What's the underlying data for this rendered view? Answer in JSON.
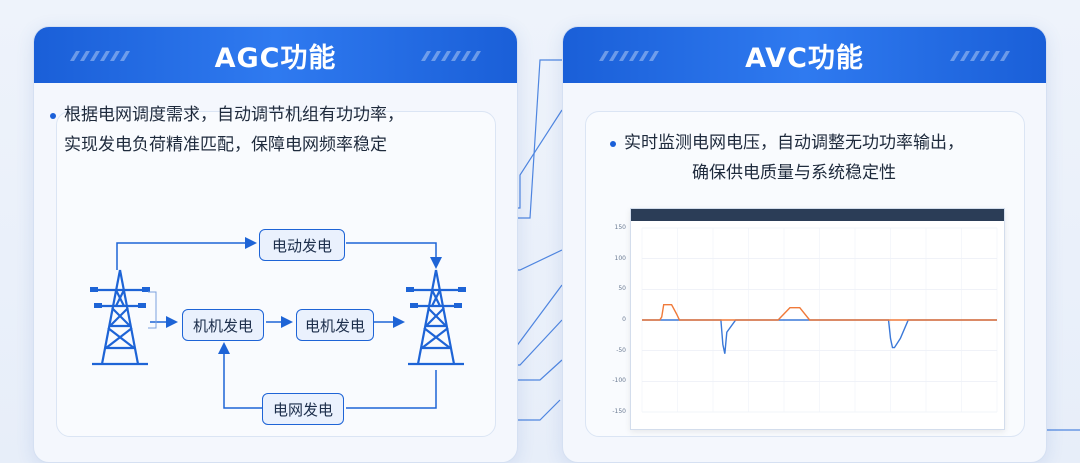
{
  "agc": {
    "title": "AGC功能",
    "description_line1": "根据电网调度需求，自动调节机组有功功率，",
    "description_line2": "实现发电负荷精准匹配，保障电网频率稳定",
    "nodes": {
      "motor_gen": "电动发电",
      "machine_gen": "机机发电",
      "electric_gen": "电机发电",
      "grid_gen": "电网发电"
    }
  },
  "avc": {
    "title": "AVC功能",
    "description_line1": "实时监测电网电压，自动调整无功功率输出，",
    "description_line2": "确保供电质量与系统稳定性"
  },
  "colors": {
    "accent": "#1a5fd8",
    "series_blue": "#3a78d8",
    "series_orange": "#f07a3a"
  },
  "chart_data": {
    "type": "line",
    "title": "",
    "ylabel": "",
    "ylim": [
      -150,
      150
    ],
    "y_ticks": [
      "150",
      "100",
      "50",
      "0",
      "-50",
      "-100",
      "-150"
    ],
    "x": [
      0,
      10,
      18,
      20,
      22,
      30,
      35,
      38,
      40,
      45,
      55,
      62,
      70,
      75,
      80,
      82,
      84,
      86,
      95,
      100,
      110,
      112,
      114,
      116,
      125,
      138,
      150,
      160,
      170,
      178,
      180,
      182,
      190,
      200,
      205,
      215,
      230,
      245,
      250,
      252,
      254,
      256,
      262,
      270,
      280,
      290,
      300,
      310,
      320,
      330,
      340,
      350,
      360
    ],
    "series": [
      {
        "values": [
          0,
          0,
          0,
          0,
          0,
          0,
          0,
          0,
          0,
          0,
          0,
          0,
          0,
          0,
          0,
          -40,
          -55,
          -20,
          0,
          0,
          0,
          0,
          0,
          0,
          0,
          0,
          0,
          0,
          0,
          0,
          0,
          0,
          0,
          0,
          0,
          0,
          0,
          0,
          0,
          -30,
          -45,
          -45,
          -30,
          0,
          0,
          0,
          0,
          0,
          0,
          0,
          0,
          0,
          0
        ]
      },
      {
        "values": [
          0,
          0,
          0,
          5,
          25,
          25,
          10,
          0,
          0,
          0,
          0,
          0,
          0,
          0,
          0,
          0,
          0,
          0,
          0,
          0,
          0,
          0,
          0,
          0,
          0,
          0,
          20,
          20,
          0,
          0,
          0,
          0,
          0,
          0,
          0,
          0,
          0,
          0,
          0,
          0,
          0,
          0,
          0,
          0,
          0,
          0,
          0,
          0,
          0,
          0,
          0,
          0,
          0
        ]
      }
    ]
  }
}
